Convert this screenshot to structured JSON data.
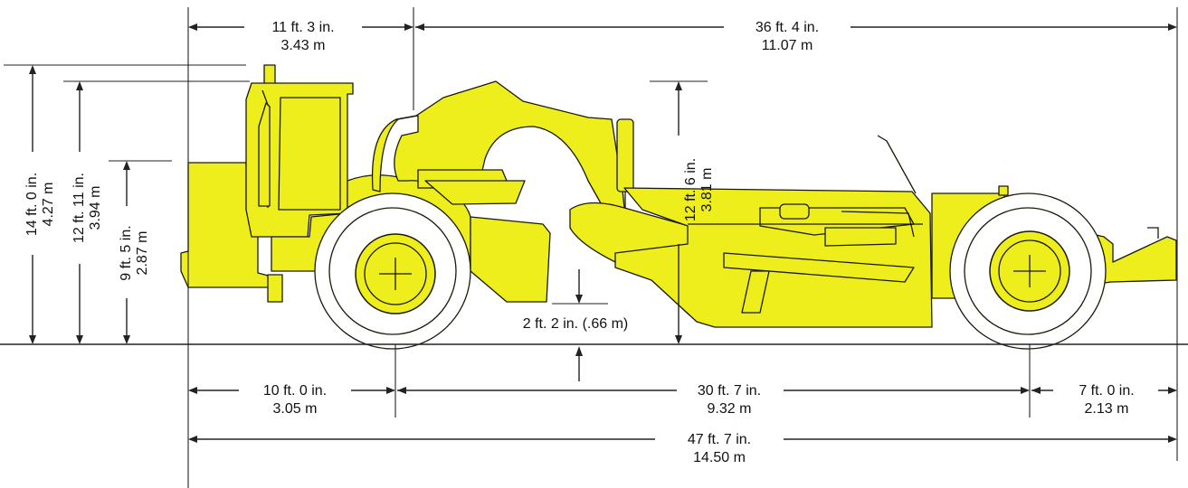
{
  "colors": {
    "machine": "#eeee1c",
    "ink": "#222222"
  },
  "dimensions": {
    "cab_length": {
      "ft": "11 ft. 3 in.",
      "m": "3.43 m"
    },
    "bowl_length": {
      "ft": "36 ft. 4 in.",
      "m": "11.07 m"
    },
    "overall_height": {
      "ft": "14 ft. 0 in.",
      "m": "4.27 m"
    },
    "cab_height": {
      "ft": "12 ft. 11 in.",
      "m": "3.94 m"
    },
    "hood_height": {
      "ft": "9 ft. 5 in.",
      "m": "2.87 m"
    },
    "bowl_height": {
      "ft": "12 ft. 6 in.",
      "m": "3.81 m"
    },
    "ground_clearance": {
      "text": "2 ft. 2 in. (.66 m)"
    },
    "front_overhang": {
      "ft": "10 ft. 0 in.",
      "m": "3.05 m"
    },
    "wheelbase": {
      "ft": "30 ft. 7 in.",
      "m": "9.32 m"
    },
    "rear_overhang": {
      "ft": "7 ft. 0 in.",
      "m": "2.13 m"
    },
    "overall_length": {
      "ft": "47 ft. 7 in.",
      "m": "14.50 m"
    }
  }
}
